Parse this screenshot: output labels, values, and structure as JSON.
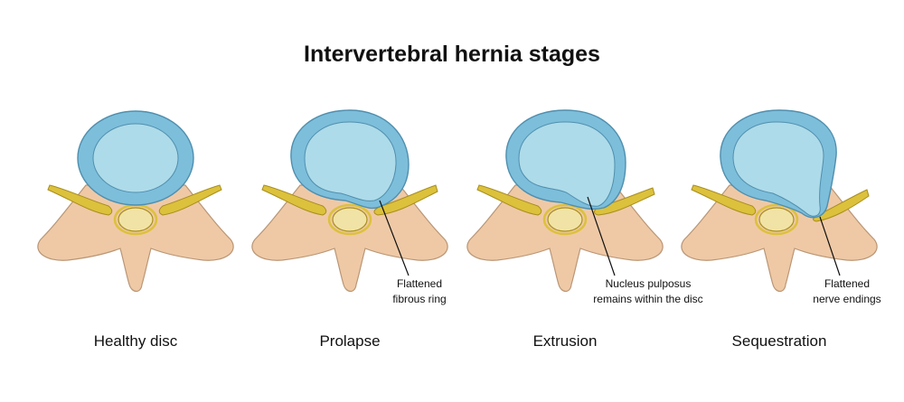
{
  "title": "Intervertebral hernia stages",
  "stages": [
    {
      "label": "Healthy disc"
    },
    {
      "label": "Prolapse",
      "callout": [
        "Flattened",
        "fibrous ring"
      ]
    },
    {
      "label": "Extrusion",
      "callout": [
        "Nucleus pulposus",
        "remains within the disc"
      ]
    },
    {
      "label": "Sequestration",
      "callout": [
        "Flattened",
        "nerve endings"
      ]
    }
  ],
  "colors": {
    "disc_outer": "#7dbedb",
    "disc_inner": "#aedbe9",
    "disc_stroke": "#4f8fae",
    "bone": "#efc9a6",
    "bone_stroke": "#b99675",
    "nerve": "#dcc13c",
    "nerve_stroke": "#a88e1d",
    "spinal_cord": "#f1e3a6"
  }
}
